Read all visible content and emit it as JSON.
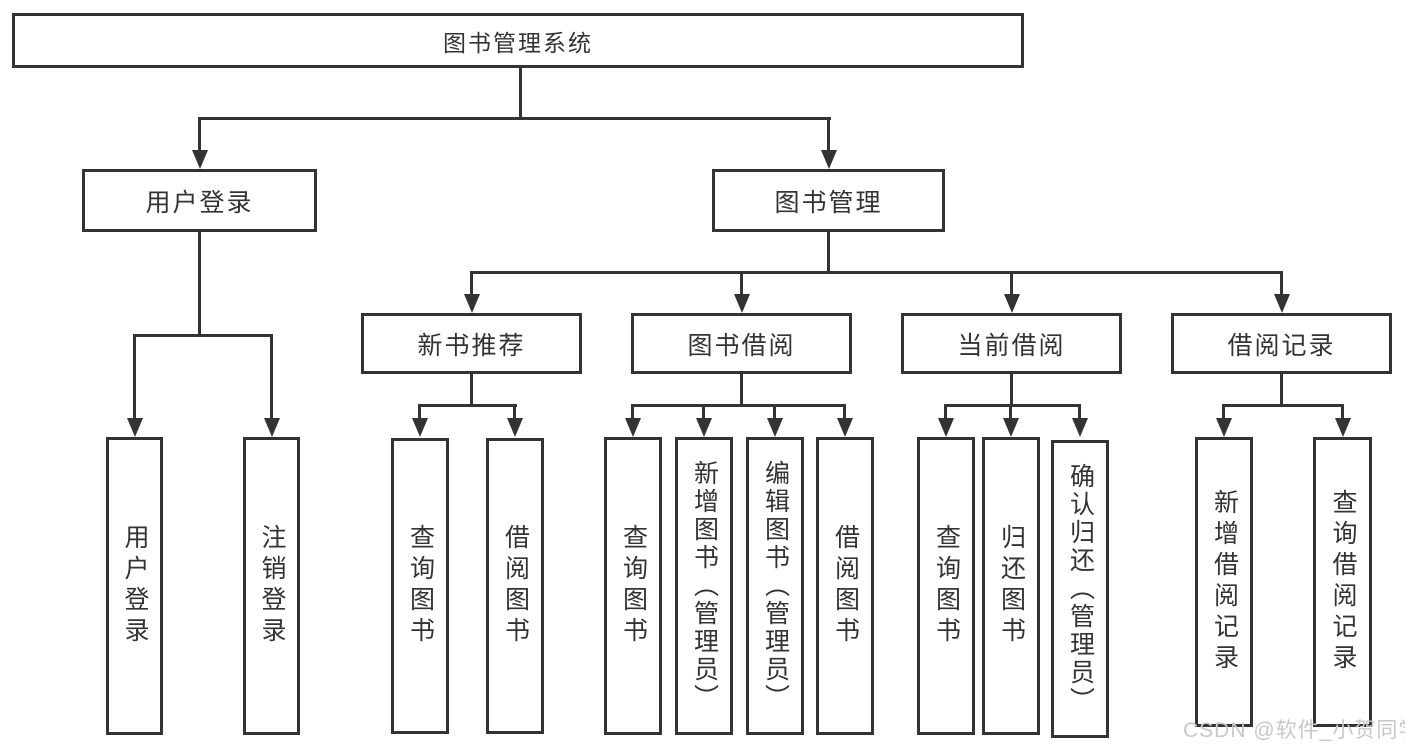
{
  "colors": {
    "line": "#333333",
    "text": "#333333",
    "watermark": "#c8c8c8",
    "background": "#ffffff"
  },
  "watermark": {
    "text": "CSDN @软件_小贺同学"
  },
  "tree": {
    "root": {
      "label": "图书管理系统"
    },
    "branches": [
      {
        "label": "用户登录",
        "children": [
          {
            "label": "用户登录"
          },
          {
            "label": "注销登录"
          }
        ]
      },
      {
        "label": "图书管理",
        "children": [
          {
            "label": "新书推荐",
            "children": [
              {
                "label": "查询图书"
              },
              {
                "label": "借阅图书"
              }
            ]
          },
          {
            "label": "图书借阅",
            "children": [
              {
                "label": "查询图书"
              },
              {
                "label": "新增图书（管理员）"
              },
              {
                "label": "编辑图书（管理员）"
              },
              {
                "label": "借阅图书"
              }
            ]
          },
          {
            "label": "当前借阅",
            "children": [
              {
                "label": "查询图书"
              },
              {
                "label": "归还图书"
              },
              {
                "label": "确认归还（管理员）"
              }
            ]
          },
          {
            "label": "借阅记录",
            "children": [
              {
                "label": "新增借阅记录"
              },
              {
                "label": "查询借阅记录"
              }
            ]
          }
        ]
      }
    ]
  }
}
